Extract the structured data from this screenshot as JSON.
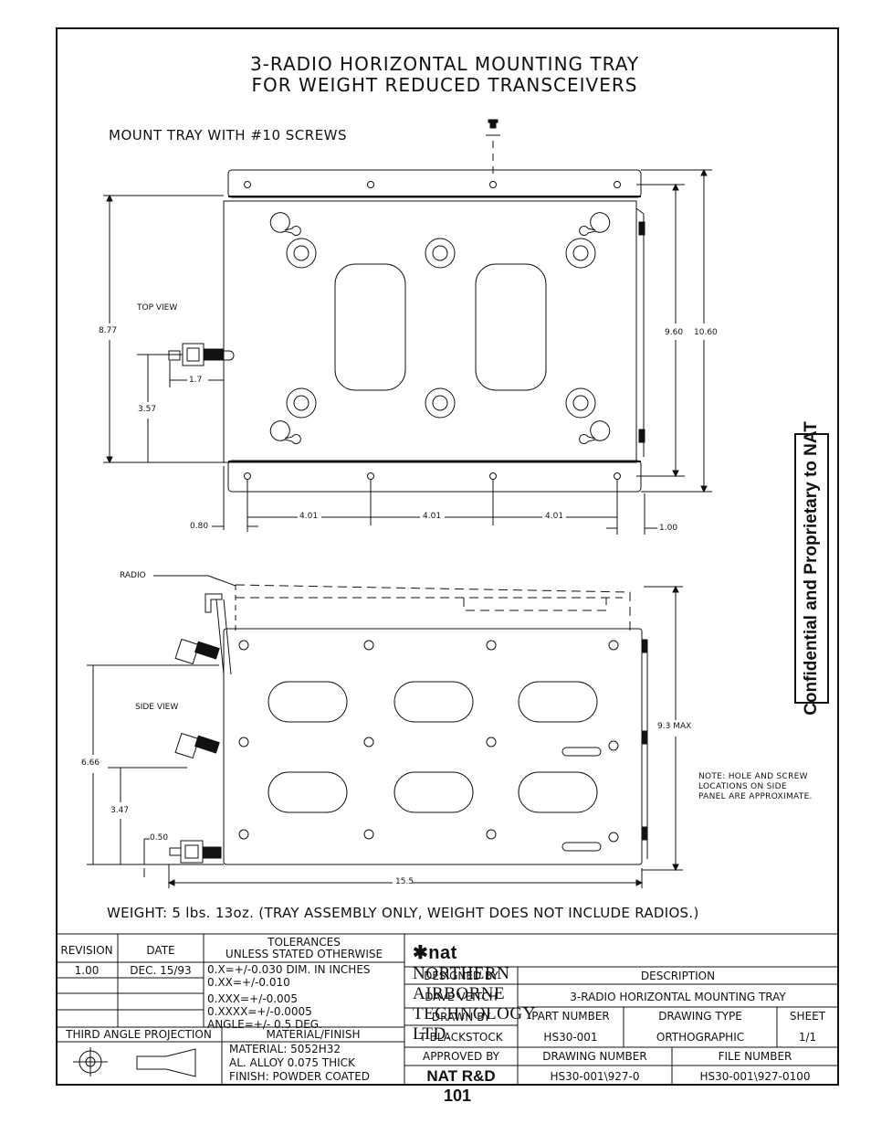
{
  "drawing": {
    "title_line1": "3-RADIO HORIZONTAL MOUNTING TRAY",
    "title_line2": "FOR WEIGHT REDUCED TRANSCEIVERS",
    "mount_note": "MOUNT TRAY WITH #10 SCREWS",
    "top_view_label": "TOP VIEW",
    "side_view_label": "SIDE VIEW",
    "radio_label": "RADIO",
    "weight_note": "WEIGHT: 5 lbs. 13oz. (TRAY ASSEMBLY ONLY, WEIGHT DOES NOT INCLUDE RADIOS.)",
    "side_note": [
      "NOTE: HOLE AND SCREW",
      "LOCATIONS ON SIDE",
      "PANEL ARE APPROXIMATE."
    ],
    "confidential": "Confidential and Proprietary to NAT",
    "page_number": "101"
  },
  "dimensions": {
    "top": {
      "d877": "8.77",
      "d17": "1.7",
      "d357": "3.57",
      "d960": "9.60",
      "d1060": "10.60",
      "d080": "0.80",
      "d401a": "4.01",
      "d401b": "4.01",
      "d401c": "4.01",
      "d100": "1.00"
    },
    "side": {
      "d93": "9.3",
      "d93_suffix": "MAX",
      "d666": "6.66",
      "d347": "3.47",
      "d050": "0.50",
      "d155": "15.5"
    }
  },
  "title_block": {
    "revision_header": "REVISION",
    "date_header": "DATE",
    "revision": "1.00",
    "date": "DEC. 15/93",
    "tolerances_header1": "TOLERANCES",
    "tolerances_header2": "UNLESS STATED OTHERWISE",
    "tolerances": [
      "0.X=+/-0.030  DIM. IN INCHES",
      "0.XX=+/-0.010",
      "0.XXX=+/-0.005",
      "0.XXXX=+/-0.0005",
      "ANGLE=+/- 0.5 DEG."
    ],
    "projection": "THIRD ANGLE PROJECTION",
    "material_header": "MATERIAL/FINISH",
    "material": [
      "MATERIAL: 5052H32",
      "AL. ALLOY 0.075 THICK",
      "FINISH: POWDER COATED"
    ],
    "brand_logo": "nat",
    "company": "NORTHERN AIRBORNE TECHNOLOGY LTD.",
    "designed_by_label": "DESIGNED BY",
    "designed_by": "DAVE VEITCH",
    "drawn_by_label": "DRAWN BY",
    "drawn_by": "T BLACKSTOCK",
    "approved_by_label": "APPROVED BY",
    "approved_by": "NAT R&D",
    "description_label": "DESCRIPTION",
    "description": "3-RADIO HORIZONTAL MOUNTING TRAY",
    "part_number_label": "PART NUMBER",
    "part_number": "HS30-001",
    "drawing_type_label": "DRAWING TYPE",
    "drawing_type": "ORTHOGRAPHIC",
    "sheet_label": "SHEET",
    "sheet": "1/1",
    "drawing_number_label": "DRAWING NUMBER",
    "drawing_number": "HS30-001\\927-0",
    "file_number_label": "FILE NUMBER",
    "file_number": "HS30-001\\927-0100"
  }
}
